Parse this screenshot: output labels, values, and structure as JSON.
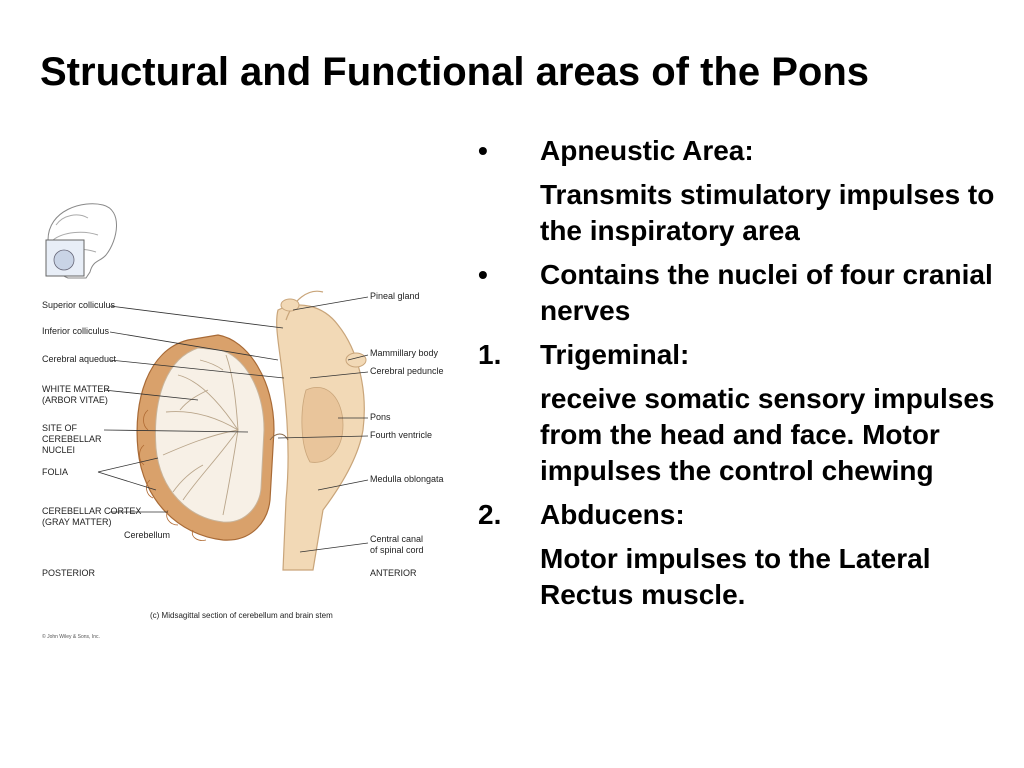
{
  "title": "Structural and Functional areas of the Pons",
  "content": {
    "items": [
      {
        "marker": "•",
        "text": "Apneustic Area:",
        "sub": "Transmits stimulatory impulses to the inspiratory area"
      },
      {
        "marker": "•",
        "text": "Contains the nuclei of four cranial nerves",
        "sub": ""
      },
      {
        "marker": "1.",
        "text": "Trigeminal:",
        "sub": "receive somatic sensory impulses from the head and face.  Motor impulses the control chewing"
      },
      {
        "marker": "2.",
        "text": "Abducens:",
        "sub": "Motor impulses to the Lateral Rectus muscle."
      }
    ]
  },
  "figure": {
    "labels_left": {
      "superior_colliculus": "Superior colliculus",
      "inferior_colliculus": "Inferior colliculus",
      "cerebral_aqueduct": "Cerebral aqueduct",
      "white_matter": "WHITE MATTER\n(ARBOR VITAE)",
      "site_of_nuclei": "SITE OF\nCEREBELLAR\nNUCLEI",
      "folia": "FOLIA",
      "cerebellar_cortex": "CEREBELLAR CORTEX\n(GRAY MATTER)",
      "cerebellum": "Cerebellum",
      "posterior": "POSTERIOR"
    },
    "labels_right": {
      "pineal_gland": "Pineal gland",
      "mammillary_body": "Mammillary body",
      "cerebral_peduncle": "Cerebral peduncle",
      "pons": "Pons",
      "fourth_ventricle": "Fourth ventricle",
      "medulla_oblongata": "Medulla oblongata",
      "central_canal": "Central canal\nof spinal cord",
      "anterior": "ANTERIOR"
    },
    "caption": "(c) Midsagittal section of cerebellum and brain stem",
    "copyright": "© John Wiley & Sons, Inc."
  },
  "colors": {
    "cortex": "#d9a16b",
    "pons": "#f2d9b6",
    "white_matter": "#f7f0e6",
    "lines": "#333333"
  }
}
